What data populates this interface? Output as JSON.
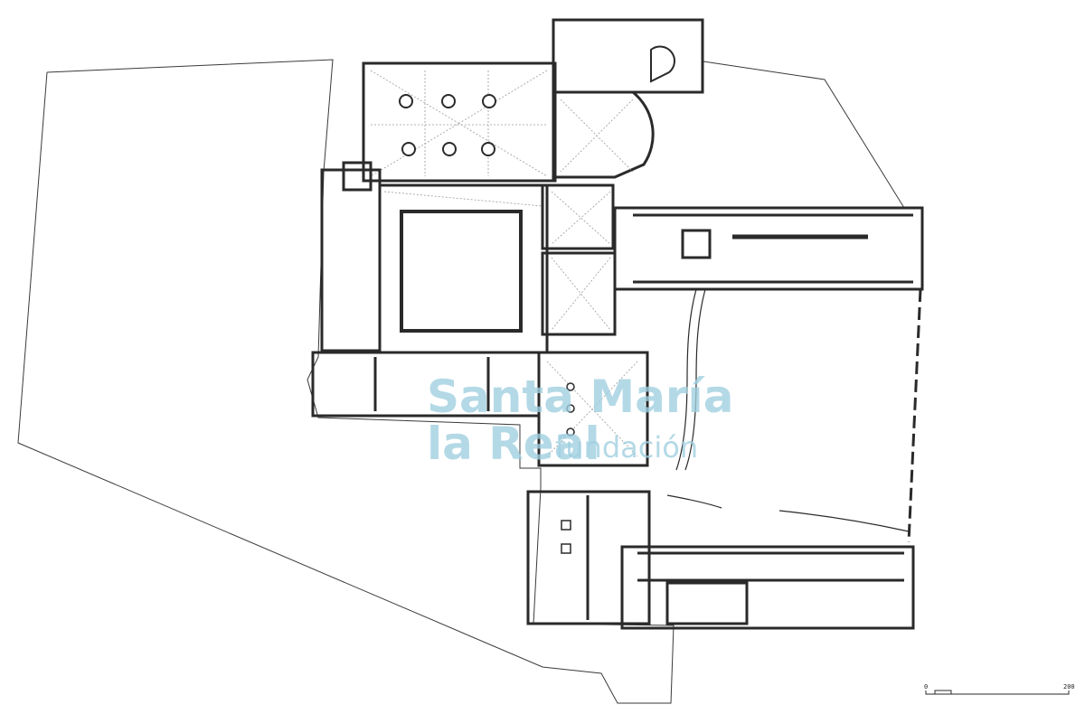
{
  "watermark": {
    "line1": "Santa María",
    "line2": "la Real",
    "sub": "fundación",
    "color": "#9fcfe0"
  },
  "scale": {
    "start_label": "0",
    "end_label": "200"
  },
  "colors": {
    "wall": "#2a2a2a",
    "vault": "#9a9a9a"
  }
}
